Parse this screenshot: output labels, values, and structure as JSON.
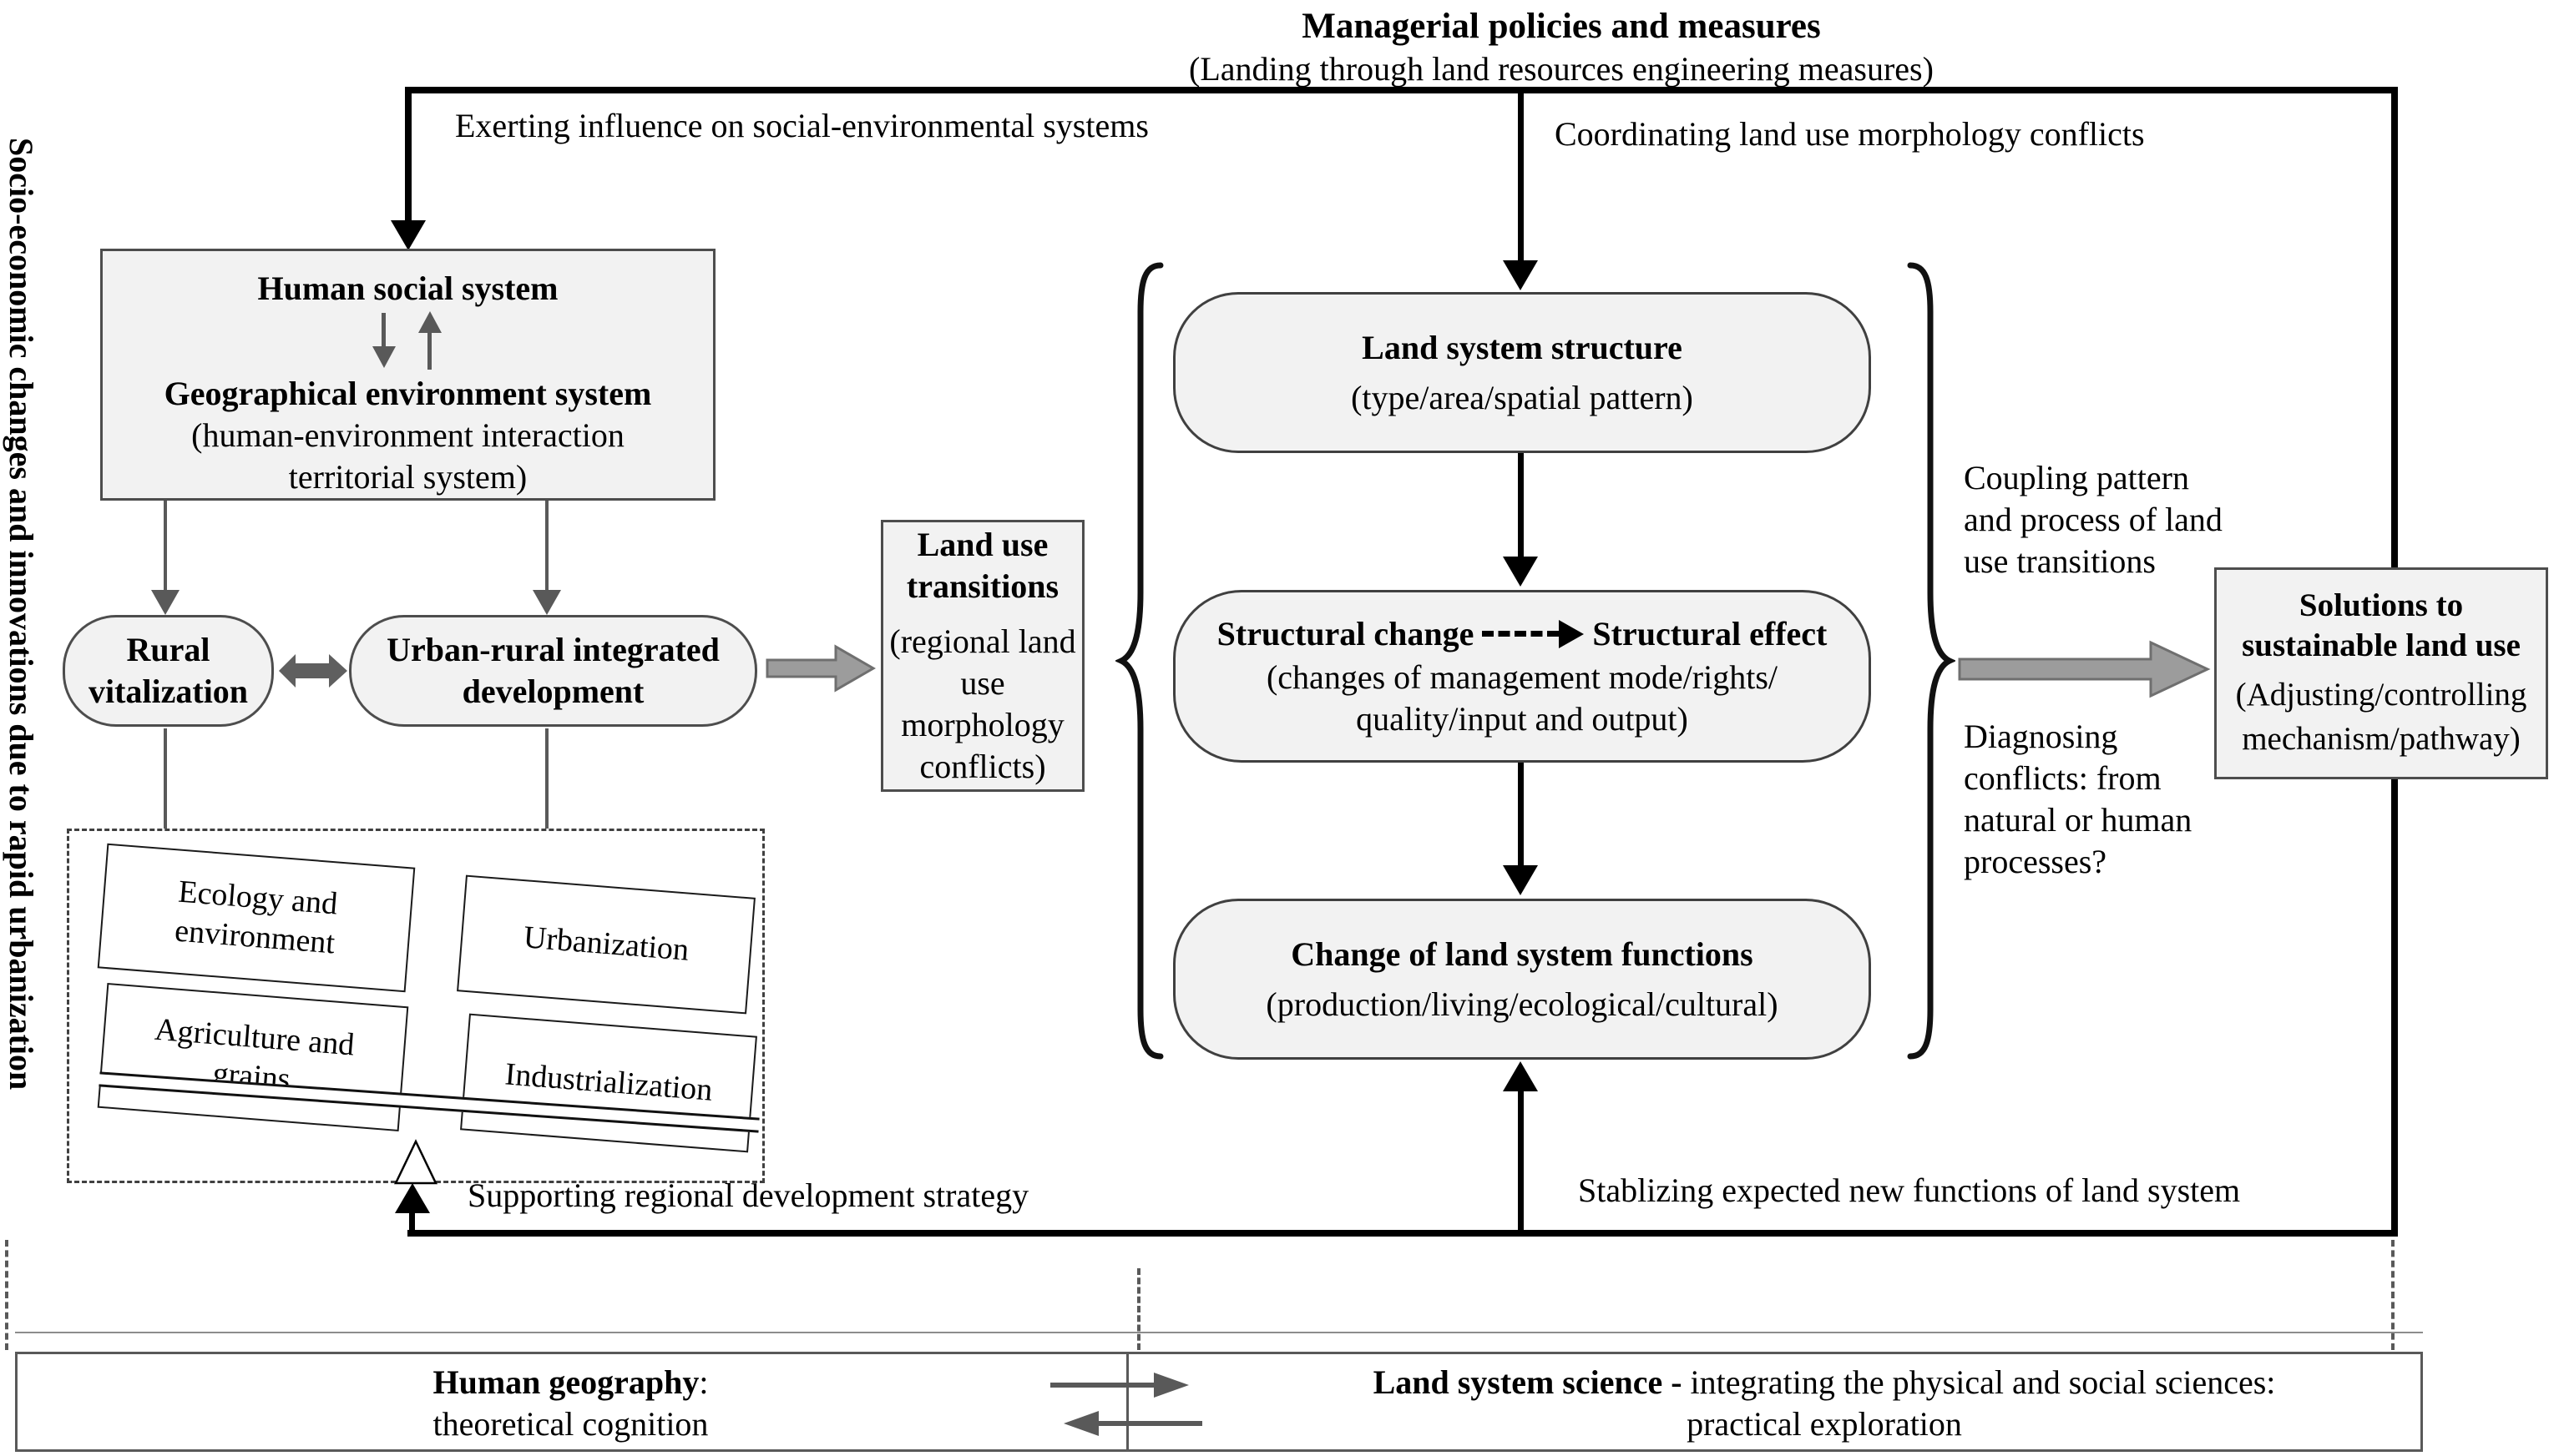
{
  "title": {
    "line1": "Managerial policies and measures",
    "line2": "(Landing through land resources engineering measures)"
  },
  "side_rail": {
    "text": "Socio-economic changes and innovations due to rapid urbanization"
  },
  "edge_labels": {
    "exerting": "Exerting influence on social-environmental systems",
    "coordinating": "Coordinating land use morphology conflicts",
    "supporting": "Supporting regional development strategy",
    "stablizing": "Stablizing expected new functions of land system"
  },
  "human_system_box": {
    "title": "Human social system",
    "subtitle": "Geographical environment system",
    "note": "(human-environment interaction territorial system)"
  },
  "rural_box": {
    "label": "Rural vitalization"
  },
  "urban_box": {
    "label": "Urban-rural integrated development"
  },
  "seesaw": {
    "items": [
      {
        "label": "Ecology and environment"
      },
      {
        "label": "Urbanization"
      },
      {
        "label": "Agriculture and grains"
      },
      {
        "label": "Industrialization"
      }
    ]
  },
  "land_use_transitions_box": {
    "title": "Land use transitions",
    "note": "(regional land use morphology conflicts)"
  },
  "process_boxes": [
    {
      "title": "Land system structure",
      "note": "(type/area/spatial pattern)"
    },
    {
      "title_left": "Structural change",
      "title_right": "Structural effect",
      "note": "(changes of management mode/rights/ quality/input and output)"
    },
    {
      "title": "Change of land system functions",
      "note": "(production/living/ecological/cultural)"
    }
  ],
  "right_column": {
    "coupling": "Coupling pattern and process of land use transitions",
    "diagnosing": "Diagnosing conflicts: from natural or human processes?"
  },
  "solutions_box": {
    "title": "Solutions to sustainable land use",
    "note": "(Adjusting/controlling mechanism/pathway)"
  },
  "bottom_bar": {
    "left_title": "Human geography",
    "left_colon": ":",
    "left_sub": "theoretical cognition",
    "right_title": "Land system science - ",
    "right_text": "integrating the physical and social sciences:",
    "right_sub": "practical exploration"
  },
  "colors": {
    "box_fill": "#f2f2f2",
    "box_border": "#595959",
    "block_arrow_gray": "#9c9c9c",
    "dark_gray": "#595959",
    "black": "#000000"
  }
}
